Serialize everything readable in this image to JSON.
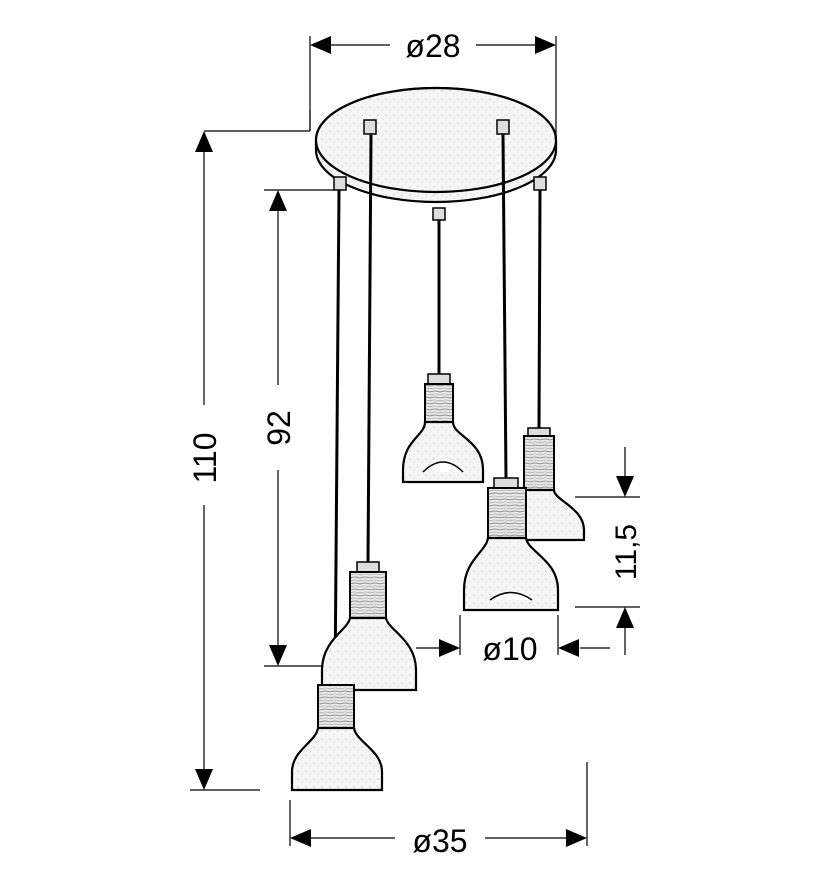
{
  "dimensions": {
    "canopy_diameter": "ø28",
    "max_height": "110",
    "min_drop": "92",
    "shade_height": "11,5",
    "shade_diameter": "ø10",
    "overall_diameter": "ø35"
  },
  "colors": {
    "line": "#000000",
    "fill": "#f4f4f4",
    "background": "#ffffff"
  }
}
